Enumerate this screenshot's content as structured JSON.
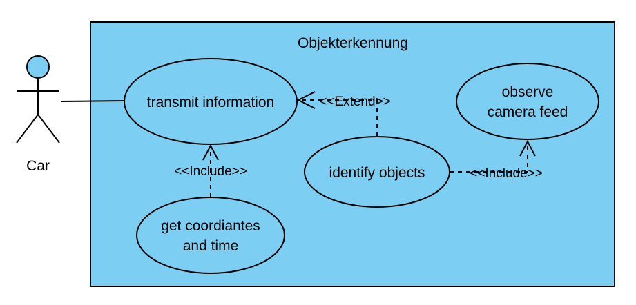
{
  "system": {
    "name": "Objekterkennung"
  },
  "actor": {
    "name": "Car"
  },
  "use_cases": {
    "transmit": "transmit information",
    "observe_line1": "observe",
    "observe_line2": "camera feed",
    "identify": "identify objects",
    "coords_line1": "get coordiantes",
    "coords_line2": "and time"
  },
  "relations": {
    "extend_label": "<<Extend>>",
    "include_label_1": "<<Include>>",
    "include_label_2": "<<Include>>"
  },
  "colors": {
    "boundary_fill": "#7ccff3",
    "ellipse_fill": "#7ccff3",
    "actor_head_fill": "#7ccff3",
    "stroke": "#000000"
  }
}
